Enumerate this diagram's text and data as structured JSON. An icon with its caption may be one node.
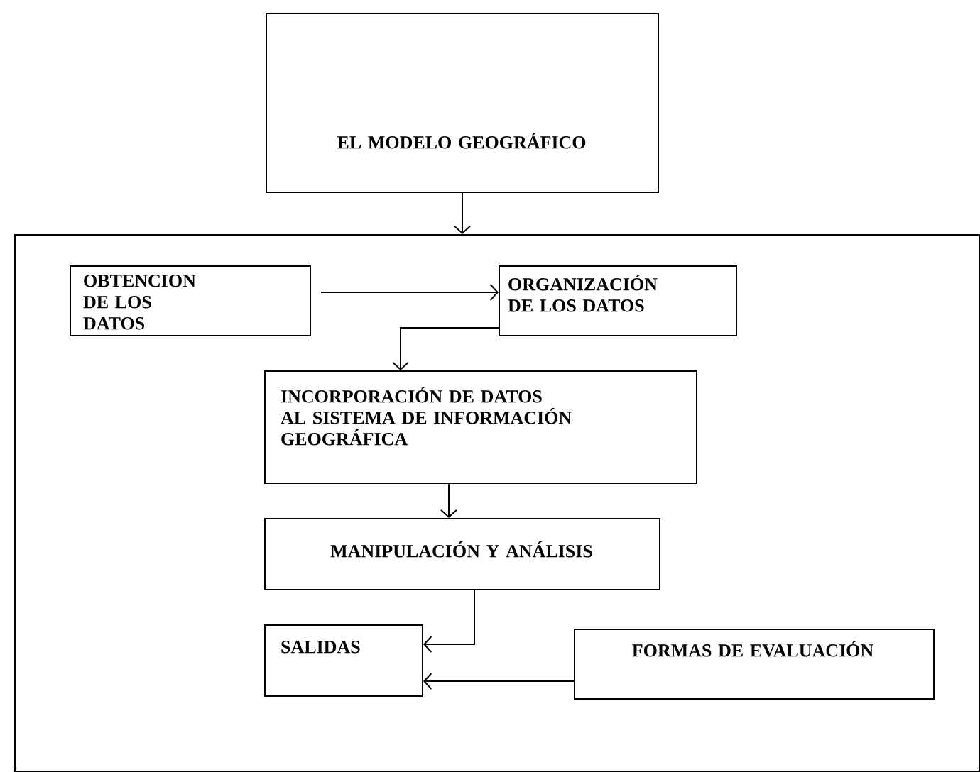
{
  "diagram": {
    "nodes": [
      {
        "text": [
          "EL MODELO GEOGRÁFICO"
        ]
      },
      {
        "text": [],
        "shape": "box"
      },
      {
        "text": [
          "OBTENCION DE LOS DATOS"
        ],
        "in": 1
      },
      {
        "text": [
          "ORGANIZACIÓN DE LOS DATOS"
        ],
        "in": 1
      },
      {
        "text": [
          "INCORPORACIÓN DE DATOS AL SISTEMA DE INFORMACIÓN GEOGRÁFICA"
        ],
        "in": 1
      },
      {
        "text": [
          "MANIPULACIÓN Y ANÁLISIS"
        ],
        "in": 1
      },
      {
        "text": [
          "SALIDAS"
        ],
        "in": 1
      },
      {
        "text": [
          "FORMAS DE EVALUACIÓN"
        ],
        "in": 1
      }
    ],
    "edges": [
      {
        "from": 0,
        "to": 1,
        "arrow": "to"
      },
      {
        "from": 2,
        "to": 3,
        "arrow": "to"
      },
      {
        "from": 3,
        "to": 4,
        "arrow": "to"
      },
      {
        "from": 4,
        "to": 5,
        "arrow": "to"
      },
      {
        "from": 5,
        "to": 6,
        "arrow": "to"
      },
      {
        "from": 7,
        "to": 6,
        "arrow": "to"
      }
    ]
  }
}
